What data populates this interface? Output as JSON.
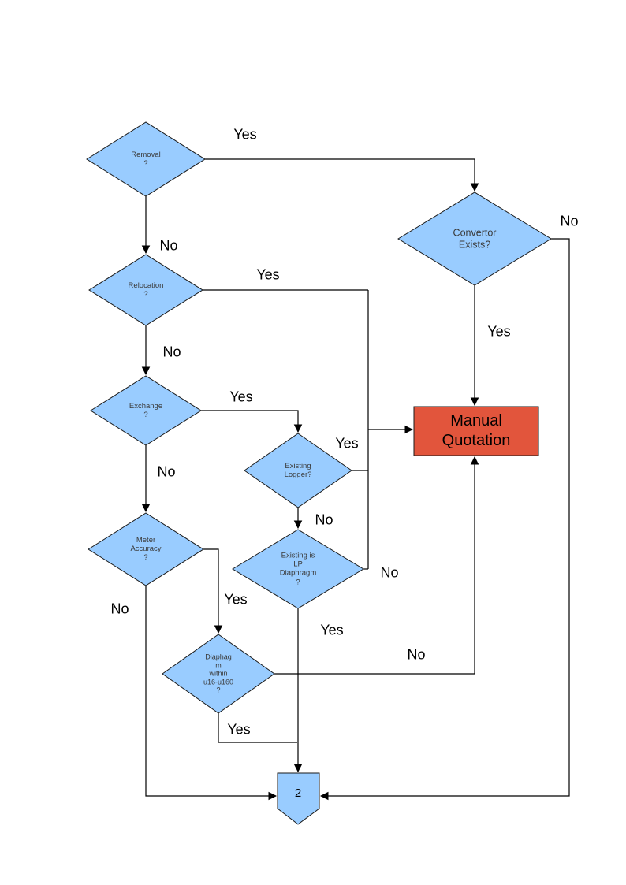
{
  "diagram": {
    "type": "flowchart",
    "colors": {
      "node_fill": "#99CCFF",
      "node_border": "#1a1a1a",
      "manual_quotation_fill": "#E2553C",
      "line": "#000000",
      "background": "#ffffff"
    },
    "nodes": {
      "removal": {
        "label": "Removal\n?"
      },
      "convertor_exists": {
        "label": "Convertor\nExists?"
      },
      "relocation": {
        "label": "Relocation\n?"
      },
      "exchange": {
        "label": "Exchange\n?"
      },
      "existing_logger": {
        "label": "Existing\nLogger?"
      },
      "meter_accuracy": {
        "label": "Meter\nAccuracy\n?"
      },
      "existing_lp": {
        "label": "Existing is\nLP\nDiaphragm\n?"
      },
      "diaphragm_range": {
        "label": "Diaphag\nm\nwithin\nu16-u160\n?"
      },
      "manual_quotation": {
        "label": "Manual\nQuotation"
      },
      "connector_2": {
        "label": "2"
      }
    },
    "edges": [
      {
        "from": "removal",
        "to": "convertor_exists",
        "label": "Yes"
      },
      {
        "from": "removal",
        "to": "relocation",
        "label": "No"
      },
      {
        "from": "relocation",
        "to": "manual_quotation",
        "label": "Yes"
      },
      {
        "from": "relocation",
        "to": "exchange",
        "label": "No"
      },
      {
        "from": "exchange",
        "to": "existing_logger",
        "label": "Yes"
      },
      {
        "from": "exchange",
        "to": "meter_accuracy",
        "label": "No"
      },
      {
        "from": "existing_logger",
        "to": "manual_quotation",
        "label": "Yes"
      },
      {
        "from": "existing_logger",
        "to": "existing_lp",
        "label": "No"
      },
      {
        "from": "existing_lp",
        "to": "manual_quotation",
        "label": "No"
      },
      {
        "from": "existing_lp",
        "to": "connector_2",
        "label": "Yes"
      },
      {
        "from": "convertor_exists",
        "to": "manual_quotation",
        "label": "Yes"
      },
      {
        "from": "convertor_exists",
        "to": "connector_2",
        "label": "No"
      },
      {
        "from": "meter_accuracy",
        "to": "diaphragm_range",
        "label": "Yes"
      },
      {
        "from": "meter_accuracy",
        "to": "connector_2",
        "label": "No"
      },
      {
        "from": "diaphragm_range",
        "to": "manual_quotation",
        "label": "No"
      },
      {
        "from": "diaphragm_range",
        "to": "connector_2",
        "label": "Yes"
      }
    ]
  }
}
